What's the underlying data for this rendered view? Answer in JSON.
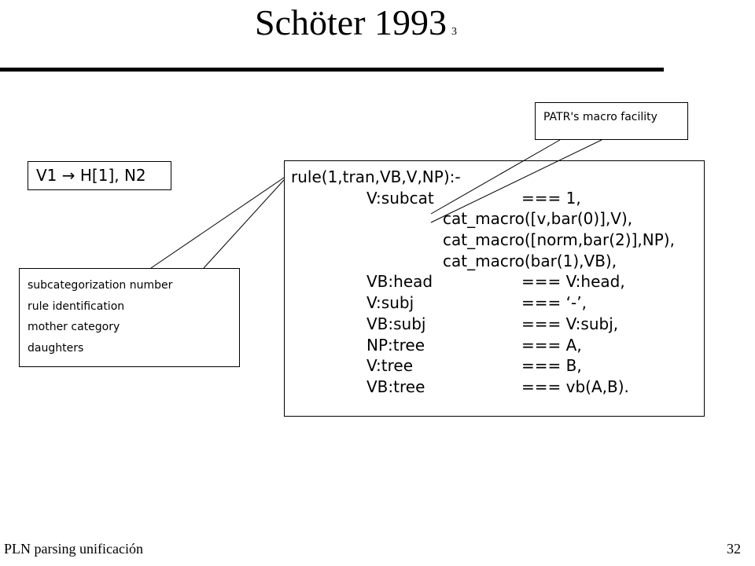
{
  "title": {
    "text": "Schöter 1993",
    "suffix": "3"
  },
  "rule_box": {
    "lhs": "V1",
    "arrow": "→",
    "rhs": "H[1], N2"
  },
  "callout": {
    "text": "PATR's macro facility"
  },
  "notes": [
    "subcategorization number",
    "rule identification",
    "mother category",
    "daughters"
  ],
  "code": {
    "head": "rule(1,tran,VB,V,NP):-",
    "lines": [
      {
        "lhs": "V:subcat",
        "rhs": "=== 1,"
      },
      {
        "cont": "cat_macro([v,bar(0)],V),"
      },
      {
        "cont": "cat_macro([norm,bar(2)],NP),"
      },
      {
        "cont": "cat_macro(bar(1),VB),"
      },
      {
        "lhs": "VB:head",
        "rhs": "=== V:head,"
      },
      {
        "lhs": "V:subj",
        "rhs": "=== ‘-’,"
      },
      {
        "lhs": "VB:subj",
        "rhs": "=== V:subj,"
      },
      {
        "lhs": "NP:tree",
        "rhs": "=== A,"
      },
      {
        "lhs": "V:tree",
        "rhs": "=== B,"
      },
      {
        "lhs": "VB:tree",
        "rhs": "=== vb(A,B)."
      }
    ]
  },
  "footer": {
    "left": "PLN  parsing unificación",
    "page": "32"
  }
}
